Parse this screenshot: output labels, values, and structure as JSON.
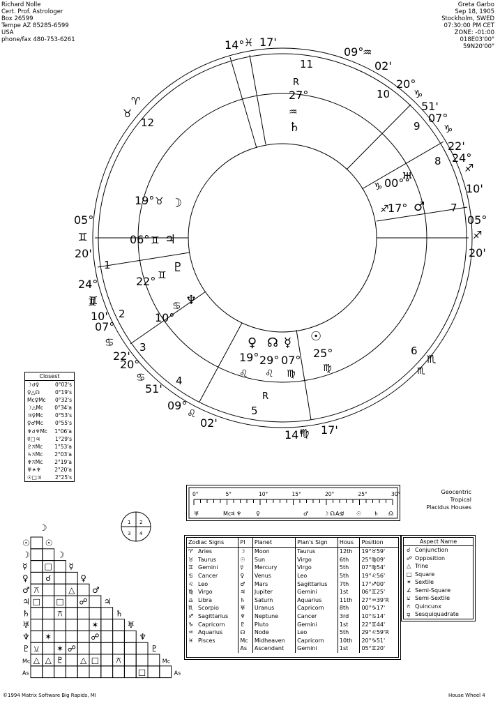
{
  "header_left": [
    "Richard Nolle",
    "Cert. Prof. Astrologer",
    "Box 26599",
    "Tempe AZ 85285-6599",
    "USA",
    "phone/fax 480-753-6261"
  ],
  "header_right": [
    "Greta Garbo",
    "Sep 18, 1905",
    "Stockholm, SWED",
    "07:30:00 PM CET",
    "ZONE: -01:00",
    "018E03'00\"",
    "59N20'00\""
  ],
  "wheel": {
    "cusp_labels": [
      {
        "deg": "14°",
        "sign": "♓",
        "min": "17'"
      },
      {
        "deg": "09°",
        "sign": "♒",
        "min": "02'"
      },
      {
        "deg": "20°",
        "sign": "♑",
        "min": "51'"
      },
      {
        "deg": "07°",
        "sign": "♑",
        "min": "22'"
      },
      {
        "deg": "24°",
        "sign": "♐",
        "min": "10'"
      },
      {
        "deg": "05°",
        "sign": "♐",
        "min": "20'"
      },
      {
        "deg": "05°",
        "sign": "♊",
        "min": "20'"
      },
      {
        "deg": "24°",
        "sign": "♊",
        "min": "10'"
      },
      {
        "deg": "07°",
        "sign": "♋",
        "min": "22'"
      },
      {
        "deg": "20°",
        "sign": "♋",
        "min": "51'"
      },
      {
        "deg": "09°",
        "sign": "♌",
        "min": "02'"
      },
      {
        "deg": "14°",
        "sign": "♍",
        "min": "17'"
      }
    ],
    "house_numbers": [
      "1",
      "2",
      "3",
      "4",
      "5",
      "6",
      "7",
      "8",
      "9",
      "10",
      "11",
      "12"
    ],
    "retro": "R",
    "planets": [
      {
        "glyph": "☽",
        "deg": "19°",
        "sign": "♉"
      },
      {
        "glyph": "♃",
        "deg": "06°",
        "sign": "♊"
      },
      {
        "glyph": "♇",
        "deg": "22°",
        "sign": "♊"
      },
      {
        "glyph": "♆",
        "deg": "10°",
        "sign": "♋"
      },
      {
        "glyph": "♀",
        "deg": "19°",
        "sign": "♌"
      },
      {
        "glyph": "☊",
        "deg": "29°",
        "sign": "♌"
      },
      {
        "glyph": "☿",
        "deg": "07°",
        "sign": "♍"
      },
      {
        "glyph": "☉",
        "deg": "25°",
        "sign": "♍"
      },
      {
        "glyph": "♂",
        "deg": "17°",
        "sign": "♐"
      },
      {
        "glyph": "♅",
        "deg": "00°",
        "sign": "♑"
      },
      {
        "glyph": "♄",
        "deg": "27°",
        "sign": "♒"
      }
    ],
    "extra_signs": {
      "taurus": "♉",
      "aries": "♈",
      "scorpio": "♏",
      "gemini": "♊"
    }
  },
  "closest": {
    "title": "Closest",
    "rows": [
      {
        "asp": "☽☌♀",
        "orb": "0°02's"
      },
      {
        "asp": "♀△☊",
        "orb": "0°19's"
      },
      {
        "asp": "Mc♀Mc",
        "orb": "0°32's"
      },
      {
        "asp": "☽△Mc",
        "orb": "0°34'a"
      },
      {
        "asp": "♃♀Mc",
        "orb": "0°53's"
      },
      {
        "asp": "♀♂Mc",
        "orb": "0°55's"
      },
      {
        "asp": "♆☌♆Mc",
        "orb": "1°06'a"
      },
      {
        "asp": "☿□♃",
        "orb": "1°29's"
      },
      {
        "asp": "♇⚻Mc",
        "orb": "1°53'a"
      },
      {
        "asp": "♄⚻Mc",
        "orb": "2°03'a"
      },
      {
        "asp": "♆⚻Mc",
        "orb": "2°19'a"
      },
      {
        "asp": "♅✶♆",
        "orb": "2°20'a"
      },
      {
        "asp": "☉□♃",
        "orb": "2°25's"
      }
    ]
  },
  "scale": {
    "ticks": [
      "0°",
      "5°",
      "10°",
      "15°",
      "20°",
      "25°",
      "30°"
    ],
    "marks": [
      "♅",
      "Mc",
      "♃",
      "♆",
      "♀",
      "♂",
      "☽",
      "☊",
      "As",
      "☿",
      "☉",
      "♄",
      "☊"
    ]
  },
  "geo": [
    "Geocentric",
    "Tropical",
    "Placidus Houses"
  ],
  "legend": {
    "headers": [
      "Zodiac Signs",
      "Pl",
      "Planet",
      "Plan's Sign",
      "Hous",
      "Position"
    ],
    "rows": [
      [
        "♈",
        "Aries",
        "☽",
        "Moon",
        "Taurus",
        "12th",
        "19°♉59'"
      ],
      [
        "♉",
        "Taurus",
        "☉",
        "Sun",
        "Virgo",
        "6th",
        "25°♍09'"
      ],
      [
        "♊",
        "Gemini",
        "☿",
        "Mercury",
        "Virgo",
        "5th",
        "07°♍54'"
      ],
      [
        "♋",
        "Cancer",
        "♀",
        "Venus",
        "Leo",
        "5th",
        "19°♌56'"
      ],
      [
        "♌",
        "Leo",
        "♂",
        "Mars",
        "Sagittarius",
        "7th",
        "17°♐00'"
      ],
      [
        "♍",
        "Virgo",
        "♃",
        "Jupiter",
        "Gemini",
        "1st",
        "06°♊25'"
      ],
      [
        "♎",
        "Libra",
        "♄",
        "Saturn",
        "Aquarius",
        "11th",
        "27°♒39'R"
      ],
      [
        "♏",
        "Scorpio",
        "♅",
        "Uranus",
        "Capricorn",
        "8th",
        "00°♑17'"
      ],
      [
        "♐",
        "Sagittarius",
        "♆",
        "Neptune",
        "Cancer",
        "3rd",
        "10°♋14'"
      ],
      [
        "♑",
        "Capricorn",
        "♇",
        "Pluto",
        "Gemini",
        "1st",
        "22°♊44'"
      ],
      [
        "♒",
        "Aquarius",
        "☊",
        "Node",
        "Leo",
        "5th",
        "29°♌59'R"
      ],
      [
        "♓",
        "Pisces",
        "Mc",
        "Midheaven",
        "Capricorn",
        "10th",
        "20°♑51'"
      ],
      [
        "",
        "",
        "As",
        "Ascendant",
        "Gemini",
        "1st",
        "05°♊20'"
      ]
    ]
  },
  "aspects": {
    "title": "Aspect Name",
    "rows": [
      {
        "g": "☌",
        "n": "Conjunction"
      },
      {
        "g": "☍",
        "n": "Opposition"
      },
      {
        "g": "△",
        "n": "Trine"
      },
      {
        "g": "□",
        "n": "Square"
      },
      {
        "g": "✶",
        "n": "Sextile"
      },
      {
        "g": "∠",
        "n": "Semi-Square"
      },
      {
        "g": "⚺",
        "n": "Semi-Sextile"
      },
      {
        "g": "⚻",
        "n": "Quincunx"
      },
      {
        "g": "⚼",
        "n": "Sesquiquadrate"
      }
    ]
  },
  "quadrant": [
    "1",
    "2",
    "3",
    "4"
  ],
  "aspect_grid": {
    "planets": [
      "☉",
      "☽",
      "☿",
      "♀",
      "♂",
      "♃",
      "♄",
      "♅",
      "♆",
      "♇",
      "Mc",
      "As"
    ],
    "cells": [
      [
        "",
        "",
        "",
        "",
        "",
        "",
        "",
        "",
        "",
        "",
        "",
        ""
      ],
      [
        "",
        "",
        "",
        "",
        "",
        "",
        "",
        "",
        "",
        "",
        "",
        ""
      ],
      [
        "",
        "□",
        "",
        "",
        "",
        "",
        "",
        "",
        "",
        "",
        "",
        ""
      ],
      [
        "",
        "☌",
        "",
        "",
        "",
        "",
        "",
        "",
        "",
        "",
        "",
        ""
      ],
      [
        "⚻",
        "",
        "",
        "△",
        "",
        "",
        "",
        "",
        "",
        "",
        "",
        ""
      ],
      [
        "□",
        "",
        "□",
        "",
        "☍",
        "",
        "",
        "",
        "",
        "",
        "",
        ""
      ],
      [
        "",
        "",
        "⚻",
        "",
        "",
        "",
        "",
        "",
        "",
        "",
        "",
        ""
      ],
      [
        "",
        "",
        "",
        "",
        "",
        "✶",
        "",
        "",
        "",
        "",
        "",
        ""
      ],
      [
        "",
        "✶",
        "",
        "",
        "",
        "☍",
        "",
        "",
        "",
        "",
        "",
        ""
      ],
      [
        "⚺",
        "",
        "✶",
        "☍",
        "",
        "",
        "",
        "",
        "",
        "",
        "",
        ""
      ],
      [
        "△",
        "△",
        "♇",
        "",
        "△",
        "□",
        "",
        "⚻",
        "",
        "",
        "",
        ""
      ],
      [
        "",
        "",
        "",
        "",
        "",
        "",
        "",
        "",
        "",
        "□",
        "",
        ""
      ]
    ]
  },
  "footer_left": "©1994 Matrix Software Big Rapids, MI",
  "footer_right": "House Wheel 4"
}
